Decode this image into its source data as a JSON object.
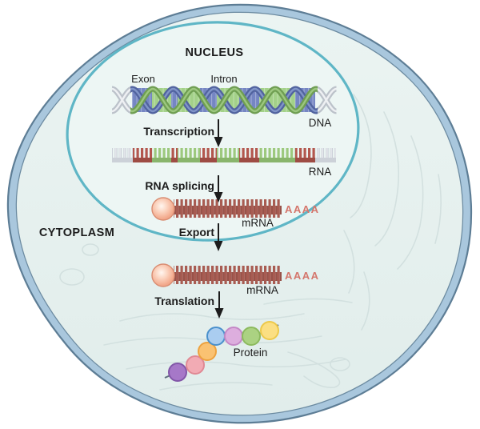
{
  "scene": {
    "regions": {
      "nucleus": "NUCLEUS",
      "cytoplasm": "CYTOPLASM"
    },
    "gene_parts": {
      "exon": "Exon",
      "intron": "Intron"
    },
    "molecules": {
      "dna": "DNA",
      "rna": "RNA",
      "mrna_nuclear": "mRNA",
      "mrna_cytoplasmic": "mRNA",
      "protein": "Protein",
      "poly_a_tail_nuclear": "AAAA",
      "poly_a_tail_cytoplasmic": "AAAA"
    },
    "processes": {
      "transcription": "Transcription",
      "rna_splicing": "RNA splicing",
      "export": "Export",
      "translation": "Translation"
    },
    "colors": {
      "exon_blue": "#7586c3",
      "intron_green": "#a3d189",
      "rna_red": "#b3574e",
      "rna_green": "#9dc97e",
      "mrna_red": "#a85c52",
      "poly_a_text": "#d4766c",
      "cell_membrane_fill": "#a9c7dd",
      "cell_membrane_line": "#5d7d95",
      "cytoplasm_fill": "#e5f0ee",
      "nucleus_fill": "#edf6f4",
      "nucleus_border": "#5fb6c6",
      "arrow": "#1c1c1c",
      "protein_beads": [
        "#a678c8",
        "#f2abb4",
        "#fac272",
        "#aacdf0",
        "#ddaede",
        "#abd282",
        "#fbdf83"
      ]
    }
  }
}
